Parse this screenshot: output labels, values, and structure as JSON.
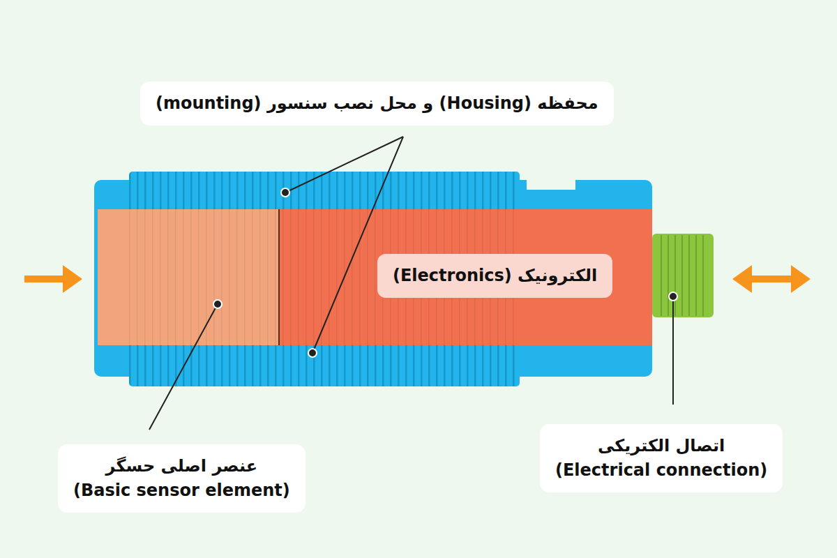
{
  "diagram": {
    "nodes": [
      {
        "text": [
          "محفظه (Housing) و محل نصب سنسور (mounting)"
        ]
      },
      {
        "text": [
          "الکترونیک (Electronics)"
        ]
      },
      {
        "text": [
          "عنصر اصلی حسگر",
          "(Basic sensor element)"
        ]
      },
      {
        "text": [
          "اتصال الکتریکی",
          "(Electrical connection)"
        ]
      }
    ]
  }
}
